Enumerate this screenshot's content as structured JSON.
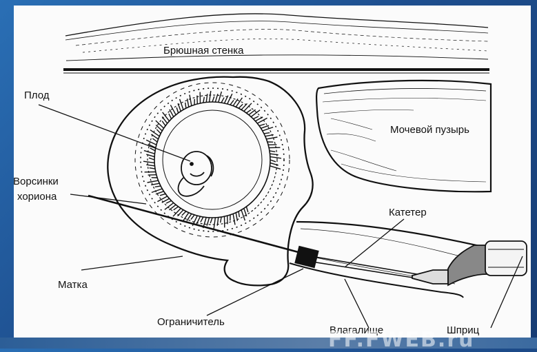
{
  "labels": {
    "abdominal_wall": "Брюшная стенка",
    "fetus": "Плод",
    "chorionic_villi_line1": "Ворсинки",
    "chorionic_villi_line2": "хориона",
    "bladder": "Мочевой пузырь",
    "catheter": "Катетер",
    "uterus": "Матка",
    "limiter": "Ограничитель",
    "vagina": "Влагалище",
    "syringe": "Шприц"
  },
  "watermark": "FF.FWEB.ru",
  "colors": {
    "background": "#1e4f8f",
    "paper": "#fbfbfb",
    "ink": "#111111"
  }
}
